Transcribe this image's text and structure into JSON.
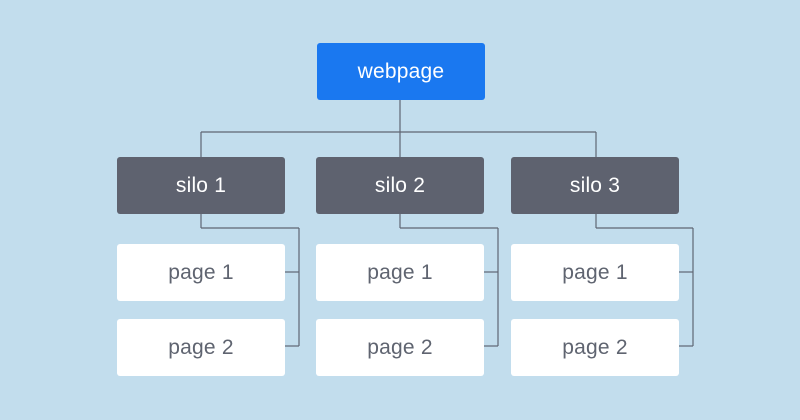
{
  "root": {
    "label": "webpage"
  },
  "silos": [
    {
      "label": "silo 1",
      "pages": [
        "page 1",
        "page 2"
      ]
    },
    {
      "label": "silo 2",
      "pages": [
        "page 1",
        "page 2"
      ]
    },
    {
      "label": "silo 3",
      "pages": [
        "page 1",
        "page 2"
      ]
    }
  ],
  "colors": {
    "background": "#c2dded",
    "root_box": "#1a78f0",
    "silo_box": "#5e626f",
    "page_box": "#ffffff",
    "connector": "#5f6673"
  }
}
